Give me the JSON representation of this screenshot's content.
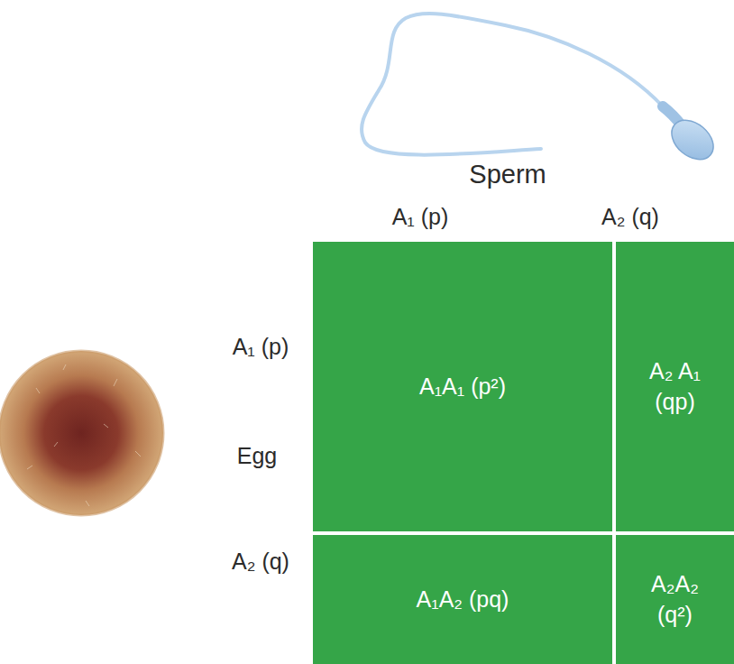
{
  "diagram": {
    "nodes": [
      {
        "text": [
          "A₁A₁ (p²)"
        ]
      },
      {
        "text": [
          "A₂ A₁ (qp)"
        ]
      },
      {
        "text": [
          "A₁A₂ (pq)"
        ]
      },
      {
        "text": [
          "A₂A₂ (q²)"
        ]
      }
    ],
    "labels": [
      "Sperm",
      "A₁ (p)",
      "A₂ (q)",
      "A₁ (p)",
      "Egg",
      "A₂ (q)"
    ]
  }
}
